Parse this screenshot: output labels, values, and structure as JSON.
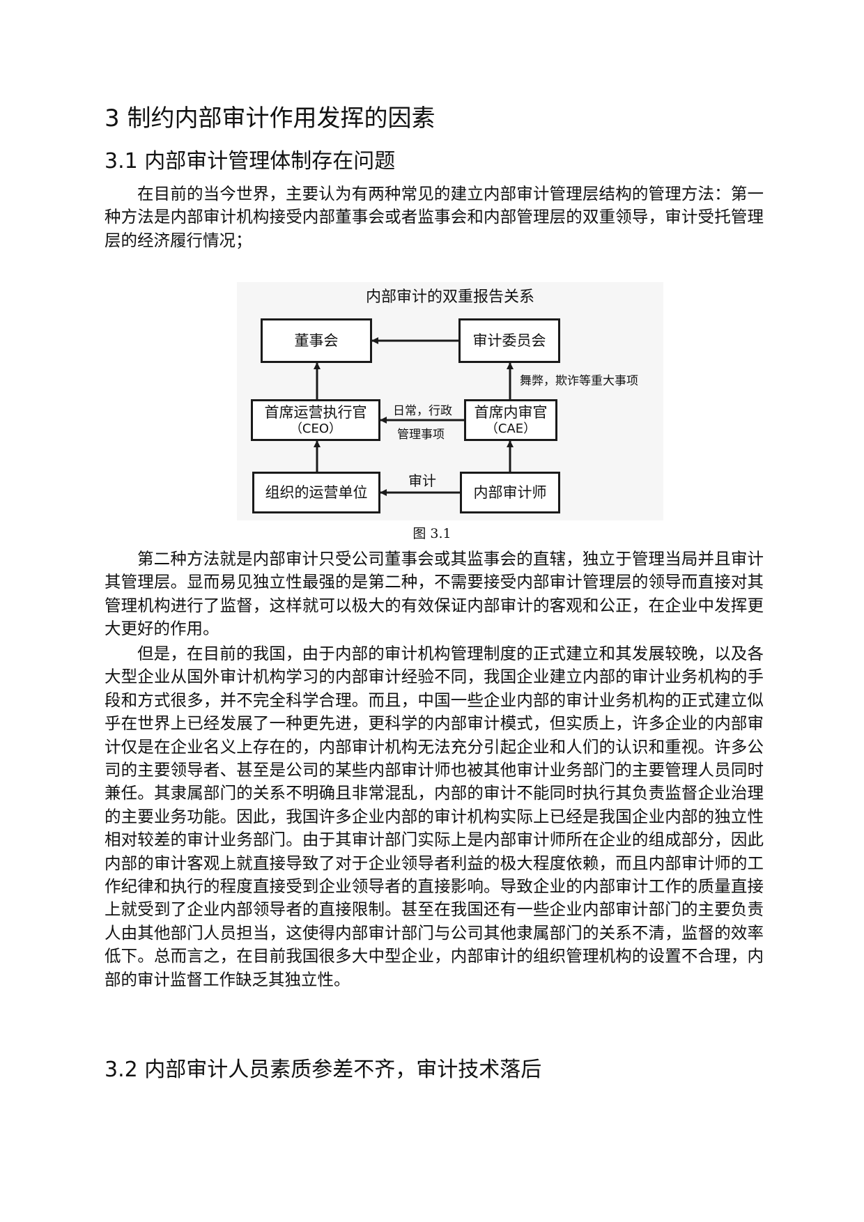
{
  "heading_main": "3 制约内部审计作用发挥的因素",
  "heading_sub1": "3.1 内部审计管理体制存在问题",
  "paragraph_1": "在目前的当今世界，主要认为有两种常见的建立内部审计管理层结构的管理方法：第一种方法是内部审计机构接受内部董事会或者监事会和内部管理层的双重领导，审计受托管理层的经济履行情况；",
  "figure": {
    "title": "内部审计的双重报告关系",
    "boxes": {
      "board": "董事会",
      "audit_committee": "审计委员会",
      "ceo_name": "首席运营执行官",
      "ceo_abbr": "（CEO）",
      "cae_name": "首席内审官",
      "cae_abbr": "（CAE）",
      "operating_units": "组织的运营单位",
      "internal_auditor": "内部审计师"
    },
    "labels": {
      "fraud": "舞弊，欺诈等重大事项",
      "daily_line1": "日常，行政",
      "daily_line2": "管理事项",
      "audit": "审计"
    },
    "caption": "图 3.1"
  },
  "paragraph_2": "第二种方法就是内部审计只受公司董事会或其监事会的直辖，独立于管理当局并且审计其管理层。显而易见独立性最强的是第二种，不需要接受内部审计管理层的领导而直接对其管理机构进行了监督，这样就可以极大的有效保证内部审计的客观和公正，在企业中发挥更大更好的作用。",
  "paragraph_3": "但是，在目前的我国，由于内部的审计机构管理制度的正式建立和其发展较晚，以及各大型企业从国外审计机构学习的内部审计经验不同，我国企业建立内部的审计业务机构的手段和方式很多，并不完全科学合理。而且，中国一些企业内部的审计业务机构的正式建立似乎在世界上已经发展了一种更先进，更科学的内部审计模式，但实质上，许多企业的内部审计仅是在企业名义上存在的，内部审计机构无法充分引起企业和人们的认识和重视。许多公司的主要领导者、甚至是公司的某些内部审计师也被其他审计业务部门的主要管理人员同时兼任。其隶属部门的关系不明确且非常混乱，内部的审计不能同时执行其负责监督企业治理的主要业务功能。因此，我国许多企业内部的审计机构实际上已经是我国企业内部的独立性相对较差的审计业务部门。由于其审计部门实际上是内部审计师所在企业的组成部分，因此内部的审计客观上就直接导致了对于企业领导者利益的极大程度依赖，而且内部审计师的工作纪律和执行的程度直接受到企业领导者的直接影响。导致企业的内部审计工作的质量直接上就受到了企业内部领导者的直接限制。甚至在我国还有一些企业内部审计部门的主要负责人由其他部门人员担当，这使得内部审计部门与公司其他隶属部门的关系不清，监督的效率低下。总而言之，在目前我国很多大中型企业，内部审计的组织管理机构的设置不合理，内部的审计监督工作缺乏其独立性。",
  "heading_sub2": "3.2 内部审计人员素质参差不齐，审计技术落后"
}
